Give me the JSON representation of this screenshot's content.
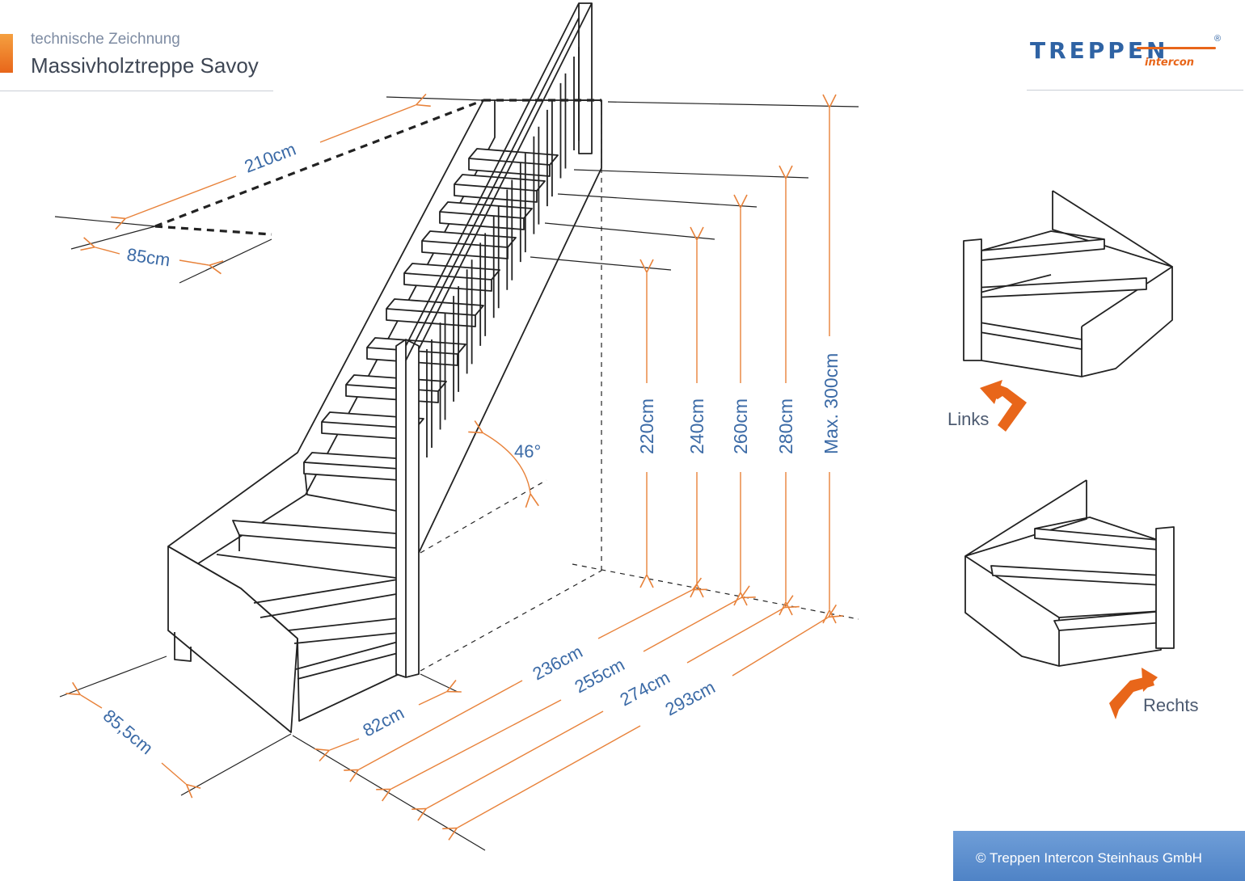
{
  "header": {
    "subtitle": "technische Zeichnung",
    "title": "Massivholztreppe Savoy"
  },
  "logo": {
    "main": "TREPPEN",
    "sub": "intercon",
    "reg": "®"
  },
  "dimensions": {
    "top_length": "210cm",
    "top_width": "85cm",
    "angle": "46°",
    "bottom_width": "85,5cm",
    "tread_width": "82cm",
    "lengths": [
      "236cm",
      "255cm",
      "274cm",
      "293cm"
    ],
    "heights": [
      "220cm",
      "240cm",
      "260cm",
      "280cm",
      "Max. 300cm"
    ]
  },
  "variants": {
    "left_label": "Links",
    "right_label": "Rechts"
  },
  "colors": {
    "line": "#222222",
    "dimension": "#e8823a",
    "label": "#3b6aa6",
    "brand": "#2f63a4",
    "accent": "#e8661a"
  },
  "footer": {
    "copyright": "© Treppen Intercon Steinhaus GmbH"
  }
}
